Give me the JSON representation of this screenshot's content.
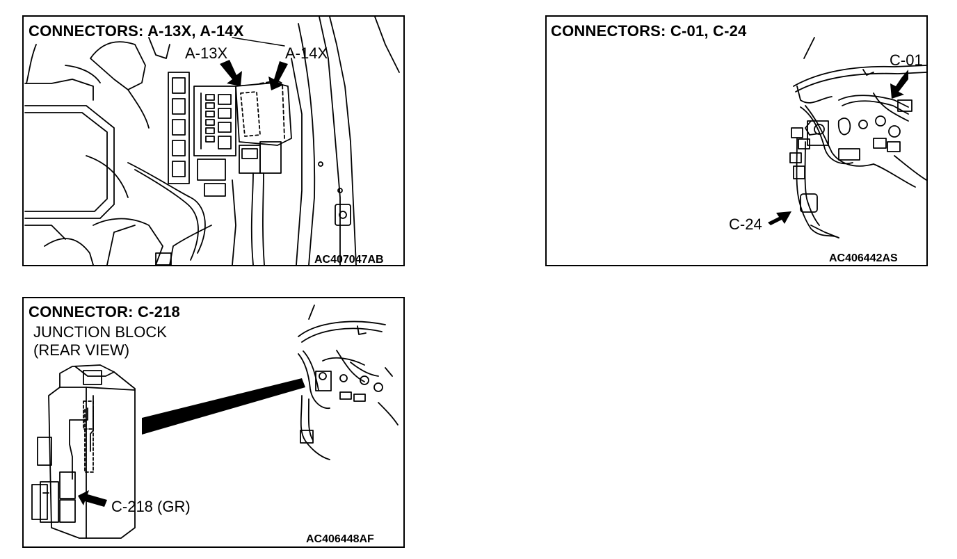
{
  "panels": {
    "engine": {
      "title": "CONNECTORS: A-13X, A-14X",
      "callouts": [
        "A-13X",
        "A-14X"
      ],
      "code": "AC407047AB"
    },
    "dash": {
      "title": "CONNECTORS: C-01, C-24",
      "callouts": [
        "C-01",
        "C-24"
      ],
      "code": "AC406442AS"
    },
    "junction": {
      "title": "CONNECTOR: C-218",
      "subtitle_line1": "JUNCTION BLOCK",
      "subtitle_line2": "(REAR VIEW)",
      "callout": "C-218 (GR)",
      "code": "AC406448AF"
    }
  }
}
